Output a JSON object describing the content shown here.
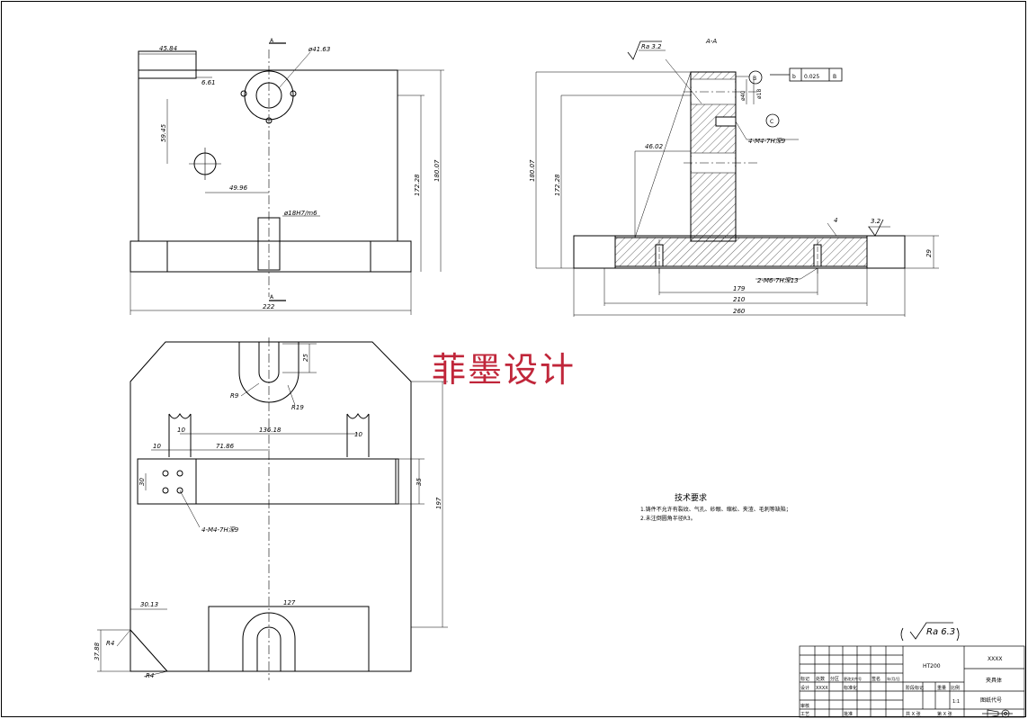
{
  "watermark": "菲墨设计",
  "section_label": "A-A",
  "cut_labels": {
    "top": "A",
    "bottom": "A"
  },
  "front_view": {
    "dims": {
      "d4584": "45.84",
      "d661": "6.61",
      "phi4163": "ø41.63",
      "d5945": "59.45",
      "d4996": "49.96",
      "phi18": "ø18H7/m6",
      "d17228": "172.28",
      "d18007": "180.07",
      "d222": "222"
    }
  },
  "section_view": {
    "roughness_top": "Ra 3.2",
    "datum_b": "B",
    "datum_c": "C",
    "tolerance": {
      "symbol": "b",
      "value": "0.025",
      "datum": "B"
    },
    "dims": {
      "d18007": "180.07",
      "d17228": "172.28",
      "d4602": "46.02",
      "phi40": "ø40",
      "phi18": "ø18",
      "d4": "4",
      "d32": "3.2",
      "d29": "29",
      "d179": "179",
      "d210": "210",
      "d260": "260"
    },
    "notes": {
      "holes_top": "4-M4-7H深9",
      "holes_bottom": "2-M6-7H深13"
    }
  },
  "plan_view": {
    "dims": {
      "d25": "25",
      "r9": "R9",
      "r19": "R19",
      "d10a": "10",
      "d13618": "136.18",
      "d10b": "10",
      "d10c": "10",
      "d7186": "71.86",
      "d35": "35",
      "d30": "30",
      "d197": "197",
      "d3013": "30.13",
      "d127": "127",
      "d3788": "37.88",
      "r4a": "R4",
      "r4b": "R4"
    },
    "note": "4-M4-7H深9"
  },
  "tech_requirements": {
    "title": "技术要求",
    "lines": [
      "1.铸件不允许有裂纹、气孔、砂眼、缩松、夹渣、毛刺等缺陷；",
      "2.未注倒圆角半径R3。"
    ]
  },
  "roughness_general": "Ra 6.3",
  "title_block": {
    "material": "HT200",
    "code": "XXXX",
    "name": "夹具体",
    "drawing_no": "图纸代号",
    "scale": "1:1",
    "stage_mark": "阶段标记",
    "weight": "重量",
    "ratio": "比例",
    "sheet_total": "共 X 张",
    "sheet_no": "第 X 张",
    "cells": [
      "标记",
      "处数",
      "分区",
      "更改文件号",
      "签名",
      "年/月/日",
      "设计",
      "XXXX",
      "标准化",
      "审核",
      "工艺",
      "批准"
    ]
  }
}
